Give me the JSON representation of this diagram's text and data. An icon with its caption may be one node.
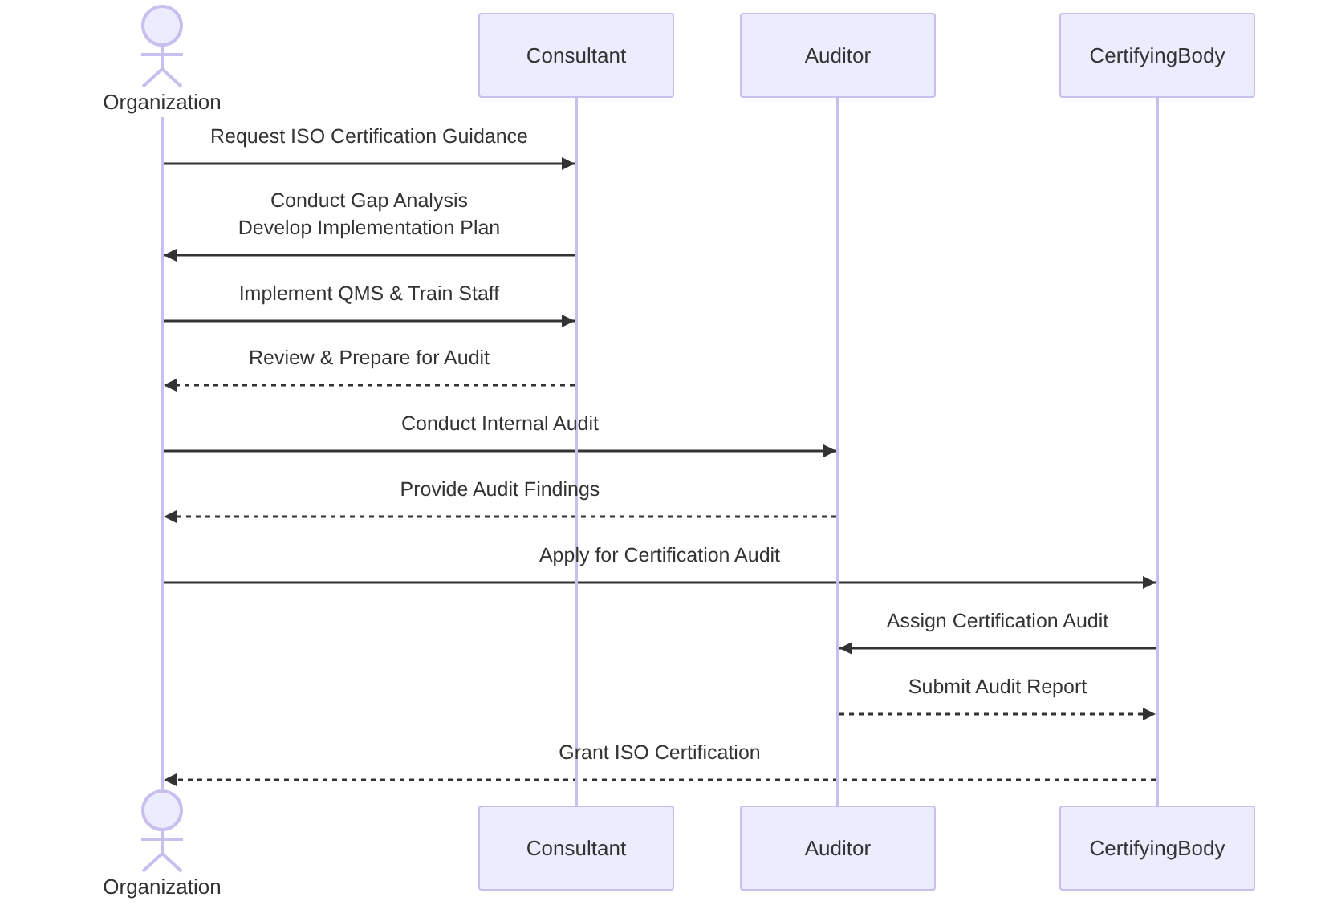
{
  "diagram": {
    "nodes": [
      {
        "text": [
          "Organization"
        ]
      },
      {
        "text": [
          "Consultant"
        ]
      },
      {
        "text": [
          "Auditor"
        ]
      },
      {
        "text": [
          "CertifyingBody"
        ]
      },
      {
        "text": [
          "Organization"
        ]
      },
      {
        "text": [
          "Consultant"
        ]
      },
      {
        "text": [
          "Auditor"
        ]
      },
      {
        "text": [
          "CertifyingBody"
        ]
      },
      {
        "text": [],
        "shape": "bar"
      },
      {
        "text": [],
        "shape": "bar"
      },
      {
        "text": [],
        "shape": "bar"
      },
      {
        "text": [],
        "shape": "bar"
      }
    ],
    "edges": [
      {
        "from": 8,
        "to": 9,
        "arrow": "to",
        "label": "Request ISO Certification Guidance"
      },
      {
        "from": 9,
        "to": 8,
        "arrow": "to",
        "label": "Conduct Gap Analysis Develop Implementation Plan"
      },
      {
        "from": 8,
        "to": 9,
        "arrow": "to",
        "label": "Implement QMS & Train Staff"
      },
      {
        "from": 9,
        "to": 8,
        "arrow": "to",
        "label": "Review & Prepare for Audit",
        "style": "dashed"
      },
      {
        "from": 8,
        "to": 10,
        "arrow": "to",
        "label": "Conduct Internal Audit"
      },
      {
        "from": 10,
        "to": 8,
        "arrow": "to",
        "label": "Provide Audit Findings",
        "style": "dashed"
      },
      {
        "from": 8,
        "to": 11,
        "arrow": "to",
        "label": "Apply for Certification Audit"
      },
      {
        "from": 11,
        "to": 10,
        "arrow": "to",
        "label": "Assign Certification Audit"
      },
      {
        "from": 10,
        "to": 11,
        "arrow": "to",
        "label": "Submit Audit Report",
        "style": "dashed"
      },
      {
        "from": 11,
        "to": 8,
        "arrow": "to",
        "label": "Grant ISO Certification",
        "style": "dashed"
      }
    ]
  }
}
